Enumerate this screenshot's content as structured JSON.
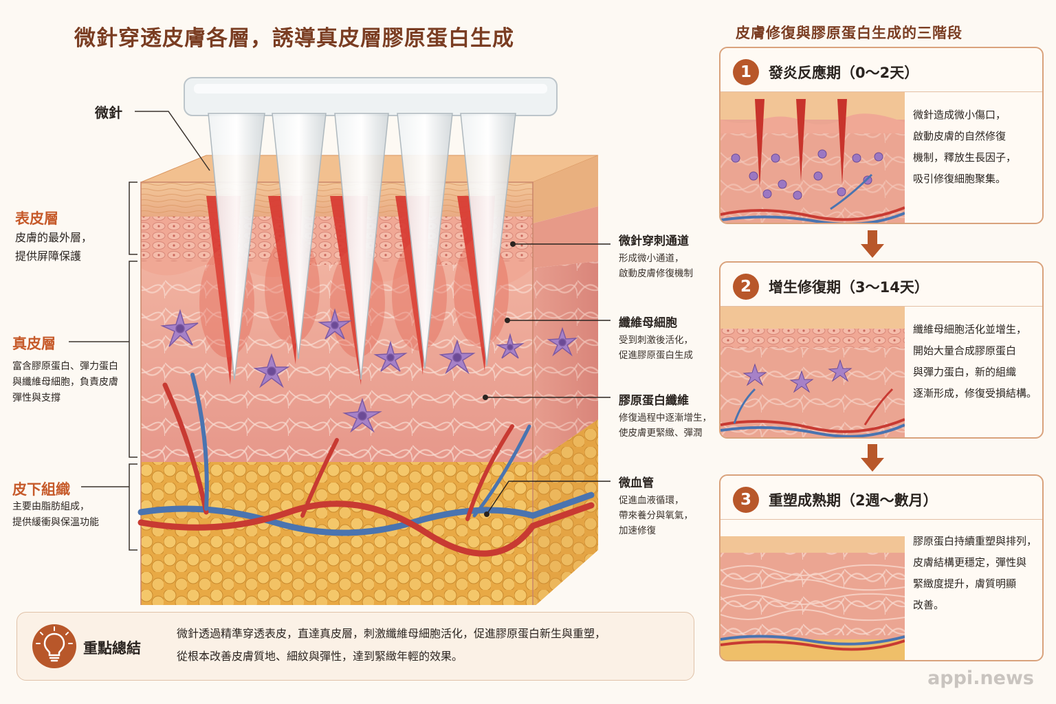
{
  "main_title": "微針穿透皮膚各層，誘導真皮層膠原蛋白生成",
  "needle_label": "微針",
  "layers": [
    {
      "name": "表皮層",
      "desc": [
        "皮膚的最外層，",
        "提供屏障保護"
      ]
    },
    {
      "name": "真皮層",
      "desc": [
        "富含膠原蛋白、彈力蛋白",
        "與纖維母細胞，負責皮膚",
        "彈性與支撐"
      ]
    },
    {
      "name": "皮下組織",
      "desc": [
        "主要由脂肪組成，",
        "提供緩衝與保溫功能"
      ]
    }
  ],
  "labels": [
    {
      "name": "微針穿刺通道",
      "desc": [
        "形成微小通道，",
        "啟動皮膚修復機制"
      ]
    },
    {
      "name": "纖維母細胞",
      "desc": [
        "受到刺激後活化，",
        "促進膠原蛋白生成"
      ]
    },
    {
      "name": "膠原蛋白纖維",
      "desc": [
        "修復過程中逐漸增生，",
        "使皮膚更緊緻、彈潤"
      ]
    },
    {
      "name": "微血管",
      "desc": [
        "促進血液循環，",
        "帶來養分與氧氣，",
        "加速修復"
      ]
    }
  ],
  "stages_heading": "皮膚修復與膠原蛋白生成的三階段",
  "stages": [
    {
      "num": "1",
      "title": "發炎反應期（0～2天）",
      "text": [
        "微針造成微小傷口，",
        "啟動皮膚的自然修復",
        "機制，釋放生長因子，",
        "吸引修復細胞聚集。"
      ]
    },
    {
      "num": "2",
      "title": "增生修復期（3～14天）",
      "text": [
        "纖維母細胞活化並增生，",
        "開始大量合成膠原蛋白",
        "與彈力蛋白，新的組織",
        "逐漸形成，修復受損結構。"
      ]
    },
    {
      "num": "3",
      "title": "重塑成熟期（2週～數月）",
      "text": [
        "膠原蛋白持續重塑與排列，",
        "皮膚結構更穩定，彈性與",
        "緊緻度提升，膚質明顯",
        "改善。"
      ]
    }
  ],
  "summary": {
    "title": "重點總結",
    "text": [
      "微針透過精準穿透表皮，直達真皮層，刺激纖維母細胞活化，促進膠原蛋白新生與重塑，",
      "從根本改善皮膚質地、細紋與彈性，達到緊緻年輕的效果。"
    ]
  },
  "watermark": "appi.news",
  "colors": {
    "accent": "#b8572a",
    "title": "#7a3d22",
    "layer_name": "#c65a2a",
    "card_border": "#d9a27c"
  },
  "icons": {
    "summary": "lightbulb-icon",
    "stage_arrow": "arrow-down-icon"
  }
}
